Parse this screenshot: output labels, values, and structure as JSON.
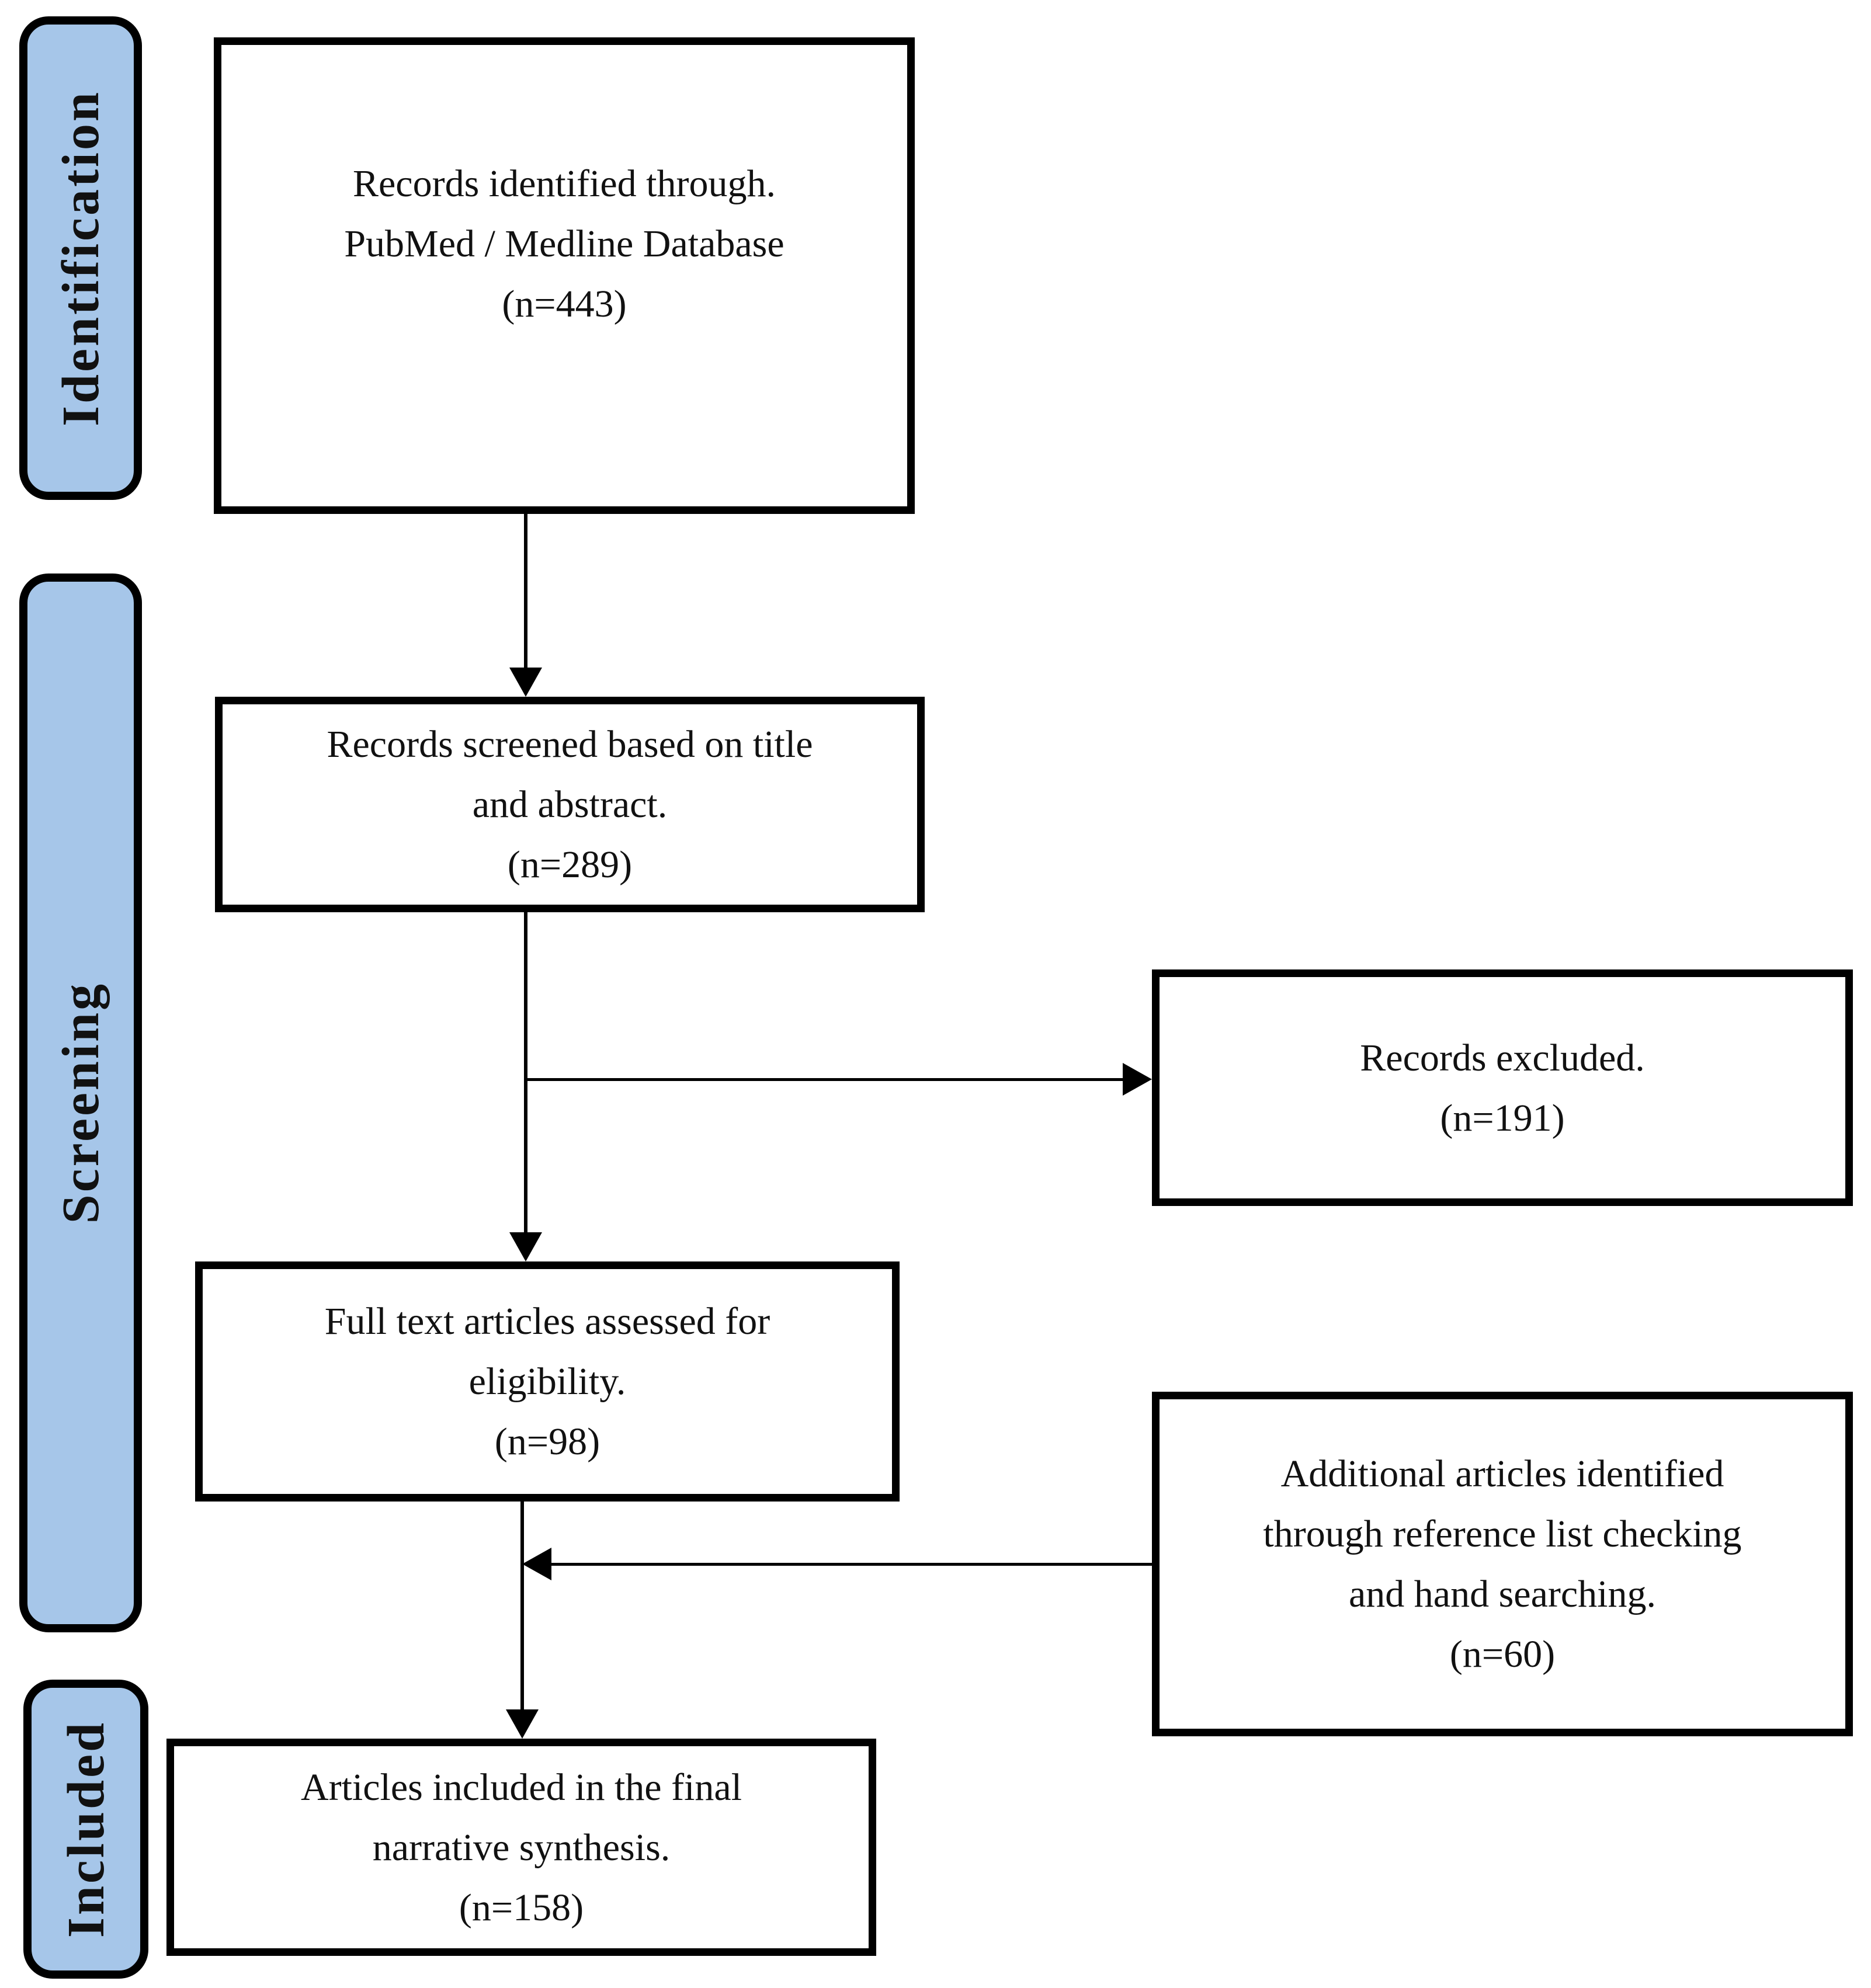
{
  "palette": {
    "stage_fill": "#a6c6e9",
    "stroke": "#000000",
    "background": "#ffffff"
  },
  "stages": [
    {
      "id": "identification",
      "label": "Identification"
    },
    {
      "id": "screening",
      "label": "Screening"
    },
    {
      "id": "included",
      "label": "Included"
    }
  ],
  "boxes": {
    "identified": {
      "lines": [
        "Records identified through.",
        "PubMed / Medline Database",
        "(n=443)"
      ],
      "n": 443
    },
    "screened": {
      "lines": [
        "Records screened based on title",
        "and abstract.",
        "(n=289)"
      ],
      "n": 289
    },
    "excluded": {
      "lines": [
        "Records excluded.",
        "(n=191)"
      ],
      "n": 191
    },
    "fulltext": {
      "lines": [
        "Full text articles assessed for",
        "eligibility.",
        "(n=98)"
      ],
      "n": 98
    },
    "additional": {
      "lines": [
        "Additional articles identified",
        "through reference list checking",
        "and hand searching.",
        "(n=60)"
      ],
      "n": 60
    },
    "final": {
      "lines": [
        "Articles included in the final",
        "narrative synthesis.",
        "(n=158)"
      ],
      "n": 158
    }
  }
}
